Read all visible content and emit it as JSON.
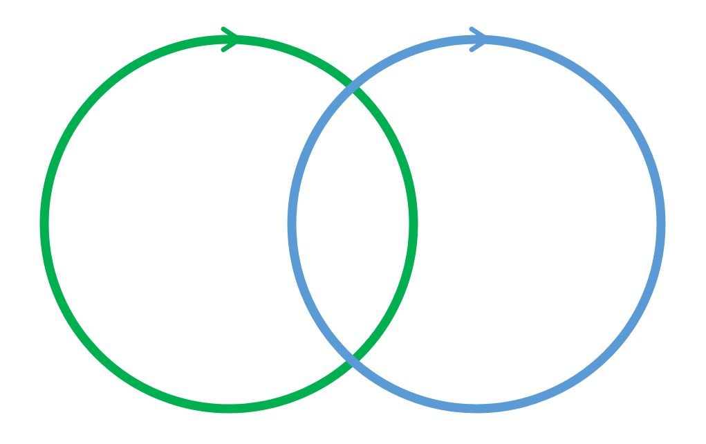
{
  "diagram": {
    "type": "two-overlapping-oriented-loops",
    "overlap_order": "right-loop-in-front",
    "loops": [
      {
        "id": "left",
        "color": "#00b050",
        "arrow_direction": "clockwise",
        "arrow_position": "top",
        "icon": "arrow-head-right"
      },
      {
        "id": "right",
        "color": "#5b9bd5",
        "arrow_direction": "clockwise",
        "arrow_position": "top",
        "icon": "arrow-head-right"
      }
    ],
    "background_color": "#ffffff"
  }
}
